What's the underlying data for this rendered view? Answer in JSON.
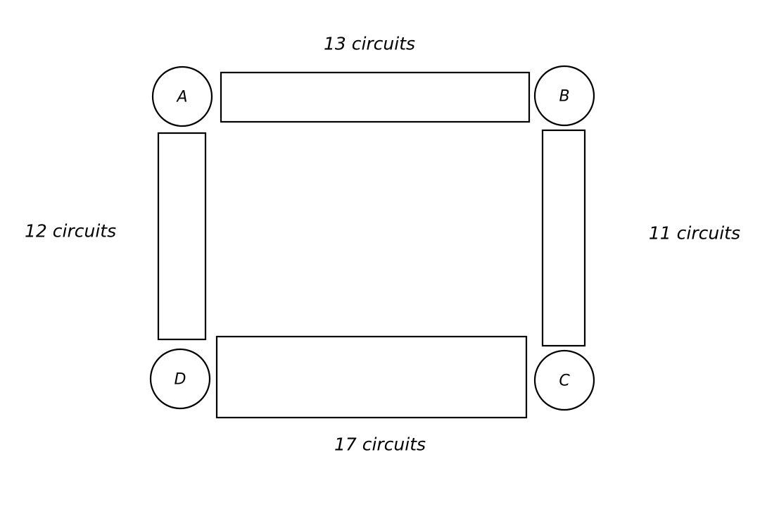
{
  "nodes": {
    "a": "A",
    "b": "B",
    "c": "C",
    "d": "D"
  },
  "links": {
    "top": "13 circuits",
    "right": "11 circuits",
    "bottom": "17 circuits",
    "left": "12 circuits"
  }
}
